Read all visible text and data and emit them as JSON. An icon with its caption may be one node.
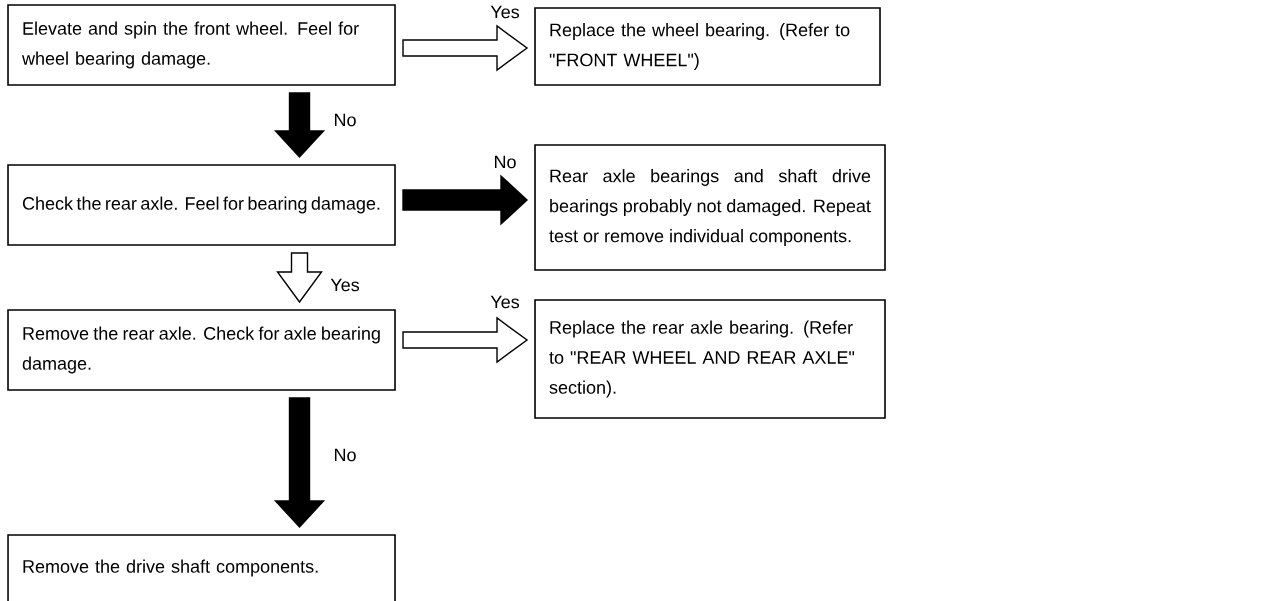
{
  "diagram": {
    "nodes": [
      {
        "text": [
          "Elevate and spin the front wheel. Feel for wheel bearing damage."
        ]
      },
      {
        "text": [
          "Replace the wheel bearing. (Refer to \"FRONT WHEEL\")"
        ]
      },
      {
        "text": [
          "Check the rear axle. Feel for bearing damage."
        ]
      },
      {
        "text": [
          "Rear axle bearings and shaft drive bearings probably not damaged. Repeat test or remove individual components."
        ]
      },
      {
        "text": [
          "Remove the rear axle. Check for axle bearing damage."
        ]
      },
      {
        "text": [
          "Replace the rear axle bearing. (Refer to \"REAR WHEEL AND REAR AXLE\" section)."
        ]
      },
      {
        "text": [
          "Remove the drive shaft components."
        ]
      }
    ],
    "edges": [
      {
        "from": 0,
        "to": 1,
        "arrow": "to",
        "label": "Yes"
      },
      {
        "from": 0,
        "to": 2,
        "arrow": "to",
        "label": "No",
        "style": "thick"
      },
      {
        "from": 2,
        "to": 3,
        "arrow": "to",
        "label": "No",
        "style": "thick"
      },
      {
        "from": 2,
        "to": 4,
        "arrow": "to",
        "label": "Yes"
      },
      {
        "from": 4,
        "to": 5,
        "arrow": "to",
        "label": "Yes"
      },
      {
        "from": 4,
        "to": 6,
        "arrow": "to",
        "label": "No",
        "style": "thick"
      }
    ]
  }
}
